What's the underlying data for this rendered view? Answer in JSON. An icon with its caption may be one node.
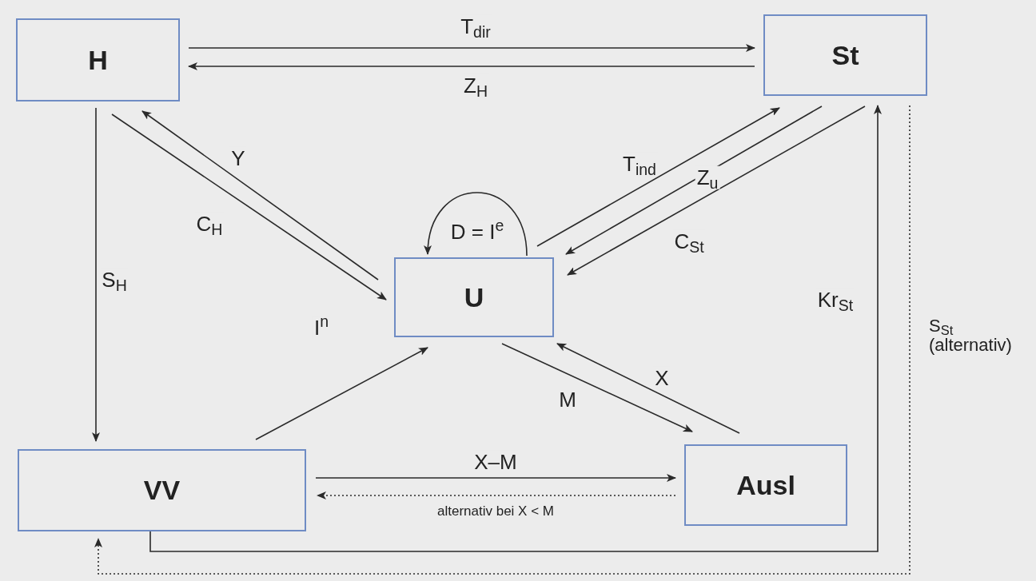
{
  "diagram": {
    "nodes": [
      {
        "text": [
          "H"
        ]
      },
      {
        "text": [
          "St"
        ]
      },
      {
        "text": [
          "U"
        ]
      },
      {
        "text": [
          "VV"
        ]
      },
      {
        "text": [
          "Ausl"
        ]
      }
    ],
    "edges": [
      {
        "from": 0,
        "to": 1,
        "arrow": "to",
        "label": "T$_{dir}$"
      },
      {
        "from": 1,
        "to": 0,
        "arrow": "to",
        "label": "Z$_{H}$"
      },
      {
        "from": 2,
        "to": 0,
        "arrow": "to",
        "label": "Y"
      },
      {
        "from": 0,
        "to": 2,
        "arrow": "to",
        "label": "C$_{H}$"
      },
      {
        "from": 0,
        "to": 3,
        "arrow": "to",
        "label": "S$_{H}$"
      },
      {
        "from": 2,
        "to": 2,
        "arrow": "to",
        "label": "D = I$^{e}$"
      },
      {
        "from": 2,
        "to": 1,
        "arrow": "to",
        "label": "T$_{ind}$"
      },
      {
        "from": 1,
        "to": 2,
        "arrow": "to",
        "label": "Z$_{u}$"
      },
      {
        "from": 1,
        "to": 2,
        "arrow": "to",
        "label": "C$_{St}$"
      },
      {
        "from": 3,
        "to": 1,
        "arrow": "to",
        "label": "Kr$_{St}$"
      },
      {
        "from": 1,
        "to": 3,
        "arrow": "to",
        "label": "S$_{St}$ (alternativ)",
        "style": "dashed"
      },
      {
        "from": 3,
        "to": 2,
        "arrow": "to",
        "label": "I$^{n}$"
      },
      {
        "from": 2,
        "to": 4,
        "arrow": "to",
        "label": "M"
      },
      {
        "from": 4,
        "to": 2,
        "arrow": "to",
        "label": "X"
      },
      {
        "from": 3,
        "to": 4,
        "arrow": "to",
        "label": "X–M"
      },
      {
        "from": 4,
        "to": 3,
        "arrow": "to",
        "label": "alternativ bei X < M",
        "style": "dashed"
      }
    ]
  }
}
